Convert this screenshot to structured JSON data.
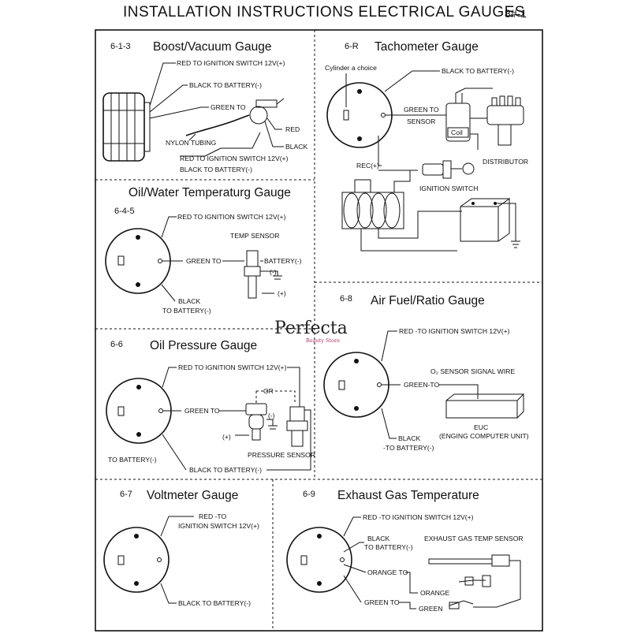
{
  "header": {
    "title": "INSTALLATION INSTRUCTIONS ELECTRICAL GAUGES",
    "page_code": "8#-1"
  },
  "brand": {
    "name": "Perfecta",
    "sub": "Beauty Store"
  },
  "sections": {
    "boost": {
      "code": "6-1-3",
      "title": "Boost/Vacuum Gauge",
      "labels": {
        "red_ign": "RED   TO IGNITION SWITCH 12V(+)",
        "black_bat": "BLACK   TO BATTERY(-)",
        "green_to": "GREEN TO",
        "red": "RED",
        "black": "BLACK",
        "nylon": "NYLON TUBING",
        "red_ign2": "RED   TO IGNITION SWITCH 12V(+)",
        "black_bat2": "BLACK   TO BATTERY(-)"
      }
    },
    "tacho": {
      "code": "6-R",
      "title": "Tachometer Gauge",
      "labels": {
        "cylinder": "Cylinder a choice",
        "black_bat": "BLACK  TO BATTERY(-)",
        "green_to": "GREEN TO",
        "sensor": "SENSOR",
        "coil": "Coil",
        "distributor": "DISTRIBUTOR",
        "rec": "REC(+)",
        "ign": "IGNITION SWITCH"
      }
    },
    "temp": {
      "code": "6-4-5",
      "title": "Oil/Water Temperaturg Gauge",
      "labels": {
        "red_ign": "RED TO IGNITION SWITCH 12V(+)",
        "temp_sensor": "TEMP SENSOR",
        "green_to": "GREEN TO",
        "battery": "BATTERY(-)",
        "black": "BLACK",
        "to_battery": "TO BATTERY(-)",
        "minus": "(-)",
        "plus": "(+)"
      }
    },
    "afr": {
      "code": "6-8",
      "title": "Air Fuel/Ratio Gauge",
      "labels": {
        "red_ign": "RED -TO IGNITION SWITCH 12V(+)",
        "o2": "O₂ SENSOR SIGNAL WIRE",
        "green_to": "GREEN-TO",
        "euc": "EUC",
        "ecu_full": "(ENGING COMPUTER UNIT)",
        "black": "BLACK",
        "to_battery": "-TO BATTERY(-)"
      }
    },
    "oil": {
      "code": "6-6",
      "title": "Oil Pressure Gauge",
      "labels": {
        "red_ign": "RED TO IGNITION SWITCH 12V(+)",
        "or": "OR",
        "green_to": "GREEN TO",
        "minus": "(-)",
        "plus": "(+)",
        "pressure": "PRESSURE SENSOR",
        "to_battery": "TO BATTERY(-)",
        "black_bat": "BLACK TO BATTERY(-)"
      }
    },
    "volt": {
      "code": "6-7",
      "title": "Voltmeter Gauge",
      "labels": {
        "red_to": "RED -TO",
        "ign": "IGNITION SWITCH 12V(+)",
        "black_bat": "BLACK  TO BATTERY(-)"
      }
    },
    "egt": {
      "code": "6-9",
      "title": "Exhaust Gas Temperature",
      "labels": {
        "red_ign": "RED -TO IGNITION SWITCH 12V(+)",
        "black": "BLACK",
        "to_battery": "TO BATTERY(-)",
        "egt_sensor": "EXHAUST GAS TEMP SENSOR",
        "orange_to": "ORANGE TO",
        "orange": "ORANGE",
        "green_to": "GREEN TO",
        "green": "GREEN"
      }
    }
  }
}
